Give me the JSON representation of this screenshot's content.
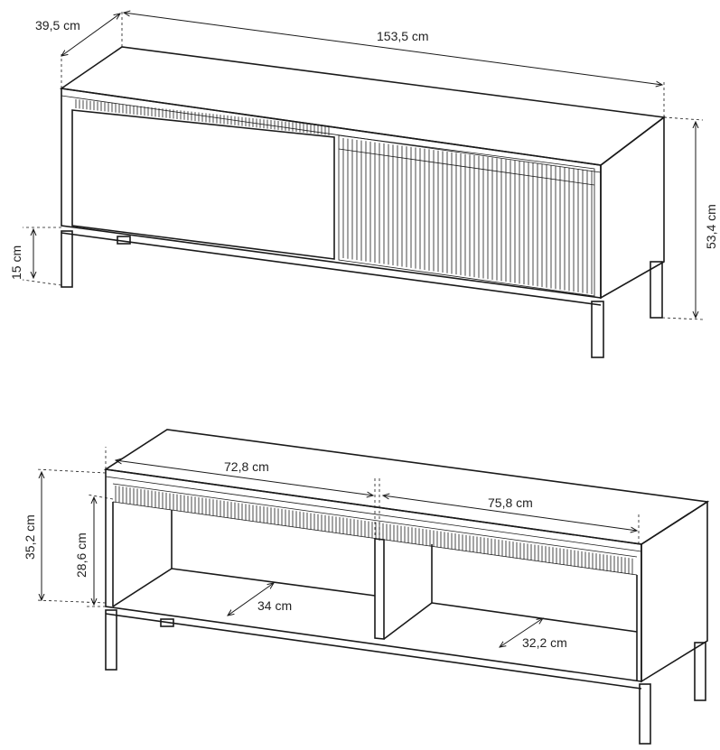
{
  "top_view": {
    "depth": "39,5 cm",
    "width": "153,5 cm",
    "height": "53,4 cm",
    "leg_height": "15 cm"
  },
  "bottom_view": {
    "left_compartment_width": "72,8 cm",
    "right_compartment_width": "75,8 cm",
    "inner_height_total": "35,2 cm",
    "inner_height_opening": "28,6 cm",
    "left_depth": "34 cm",
    "right_depth": "32,2 cm"
  },
  "colors": {
    "line": "#1a1a1a",
    "background": "#ffffff"
  }
}
